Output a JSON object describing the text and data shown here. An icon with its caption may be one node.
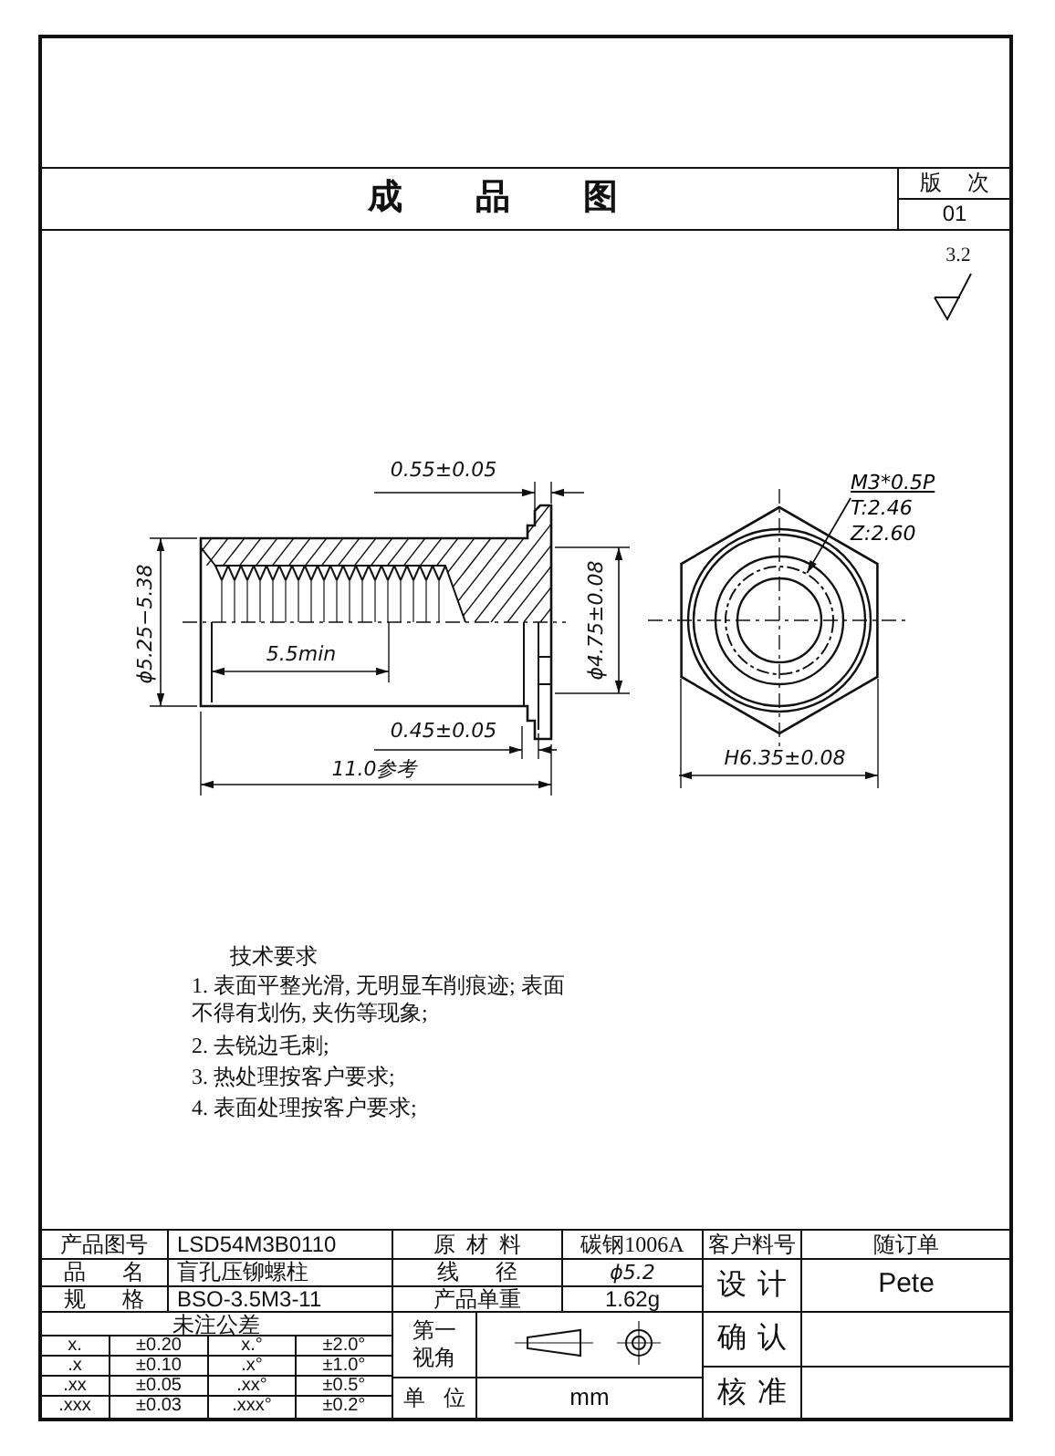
{
  "diagram": {
    "title": "成品图",
    "nodes": [
      {
        "text": [
          "M3*0.5P",
          "T:2.46",
          "Z:2.60"
        ]
      },
      {
        "text": [],
        "shape": "circle"
      }
    ],
    "edges": [
      {
        "from": 0,
        "to": 1,
        "arrow": "to"
      }
    ],
    "labels": [
      "版次",
      "01",
      "3.2",
      "0.55±0.05",
      "ϕ5.25−5.38",
      "5.5min",
      "ϕ4.75±0.08",
      "0.45±0.05",
      "11.0参考",
      "H6.35±0.08",
      "技术要求",
      "1. 表面平整光滑, 无明显车削痕迹; 表面不得有划伤, 夹伤等现象;",
      "2. 去锐边毛刺;",
      "3. 热处理按客户要求;",
      "4. 表面处理按客户要求;",
      "产品图号",
      "LSD54M3B0110",
      "原材料",
      "碳钢1006A",
      "客户料号",
      "随订单",
      "品名",
      "盲孔压铆螺柱",
      "线径",
      "ϕ5.2",
      "设计",
      "Pete",
      "规格",
      "BSO-3.5M3-11",
      "产品单重",
      "1.62g",
      "未注公差",
      "x.",
      "±0.20",
      "x.°",
      "±2.0°",
      ".x",
      "±0.10",
      ".x°",
      "±1.0°",
      ".xx",
      "±0.05",
      ".xx°",
      "±0.5°",
      ".xxx",
      "±0.03",
      ".xxx°",
      "±0.2°",
      "第一视角",
      "确认",
      "单位",
      "mm",
      "核准"
    ]
  }
}
